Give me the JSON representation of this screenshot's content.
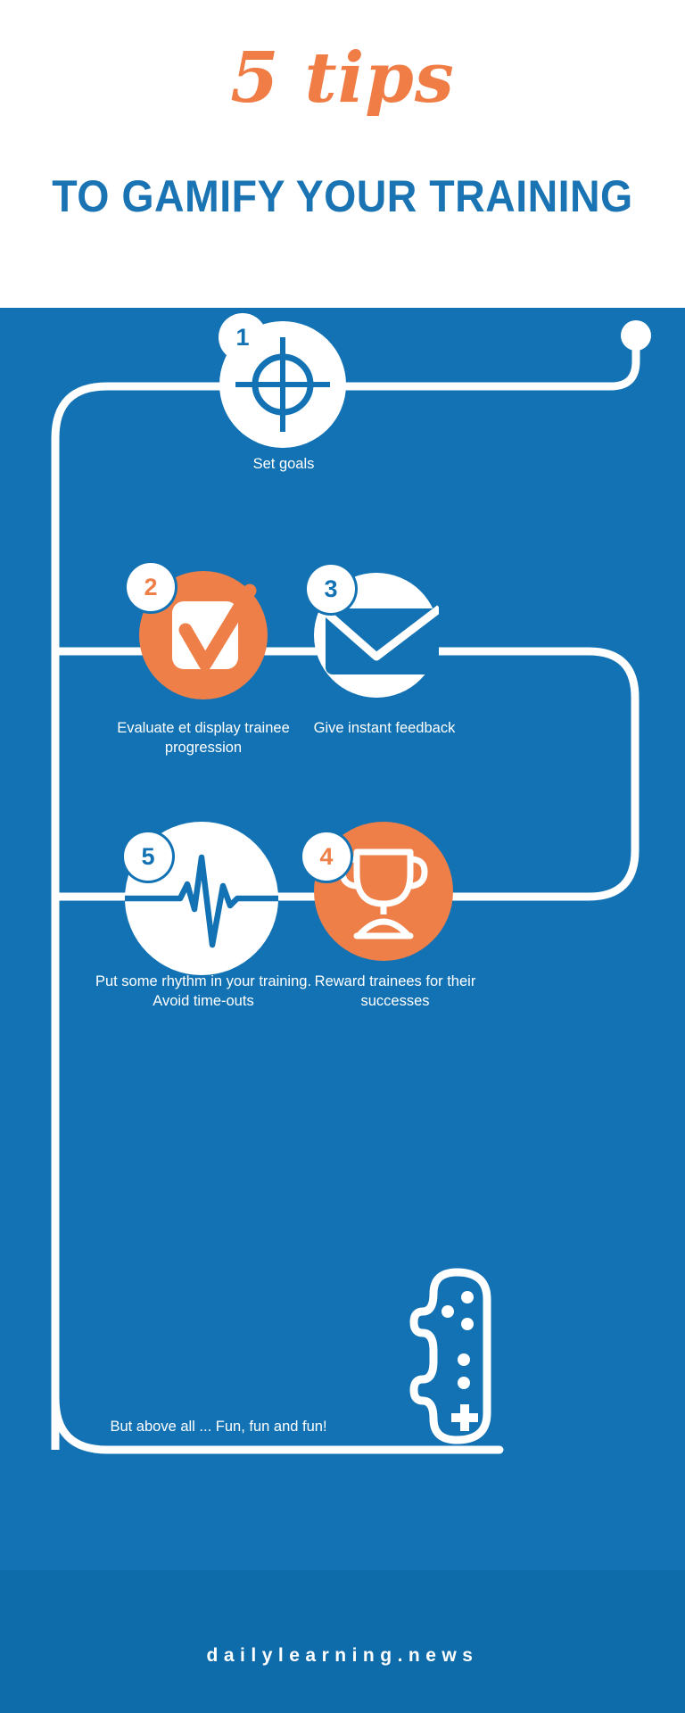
{
  "header": {
    "script_title": "5 tips",
    "main_title": "TO GAMIFY YOUR TRAINING"
  },
  "colors": {
    "blue": "#1272b4",
    "blue_dark": "#0f6cab",
    "orange": "#ee7f48",
    "white": "#ffffff",
    "title_blue": "#1a74b4",
    "title_orange": "#ef7d45"
  },
  "steps": [
    {
      "number": "1",
      "icon": "crosshair-target-icon",
      "caption": "Set goals",
      "circle_style": "white",
      "badge_style": "blue-number"
    },
    {
      "number": "2",
      "icon": "checkmark-box-icon",
      "caption": "Evaluate et display trainee progression",
      "circle_style": "orange",
      "badge_style": "orange-number"
    },
    {
      "number": "3",
      "icon": "envelope-mail-icon",
      "caption": "Give instant feedback",
      "circle_style": "white",
      "badge_style": "blue-number"
    },
    {
      "number": "4",
      "icon": "trophy-icon",
      "caption": "Reward trainees for their successes",
      "circle_style": "orange",
      "badge_style": "orange-number"
    },
    {
      "number": "5",
      "icon": "heartbeat-pulse-icon",
      "caption": "Put some rhythm in your training. Avoid time-outs",
      "circle_style": "white",
      "badge_style": "blue-number"
    }
  ],
  "closing": {
    "text": "But above all ... Fun, fun and fun!",
    "icon": "game-controller-icon"
  },
  "footer": {
    "site": "dailylearning.news"
  }
}
